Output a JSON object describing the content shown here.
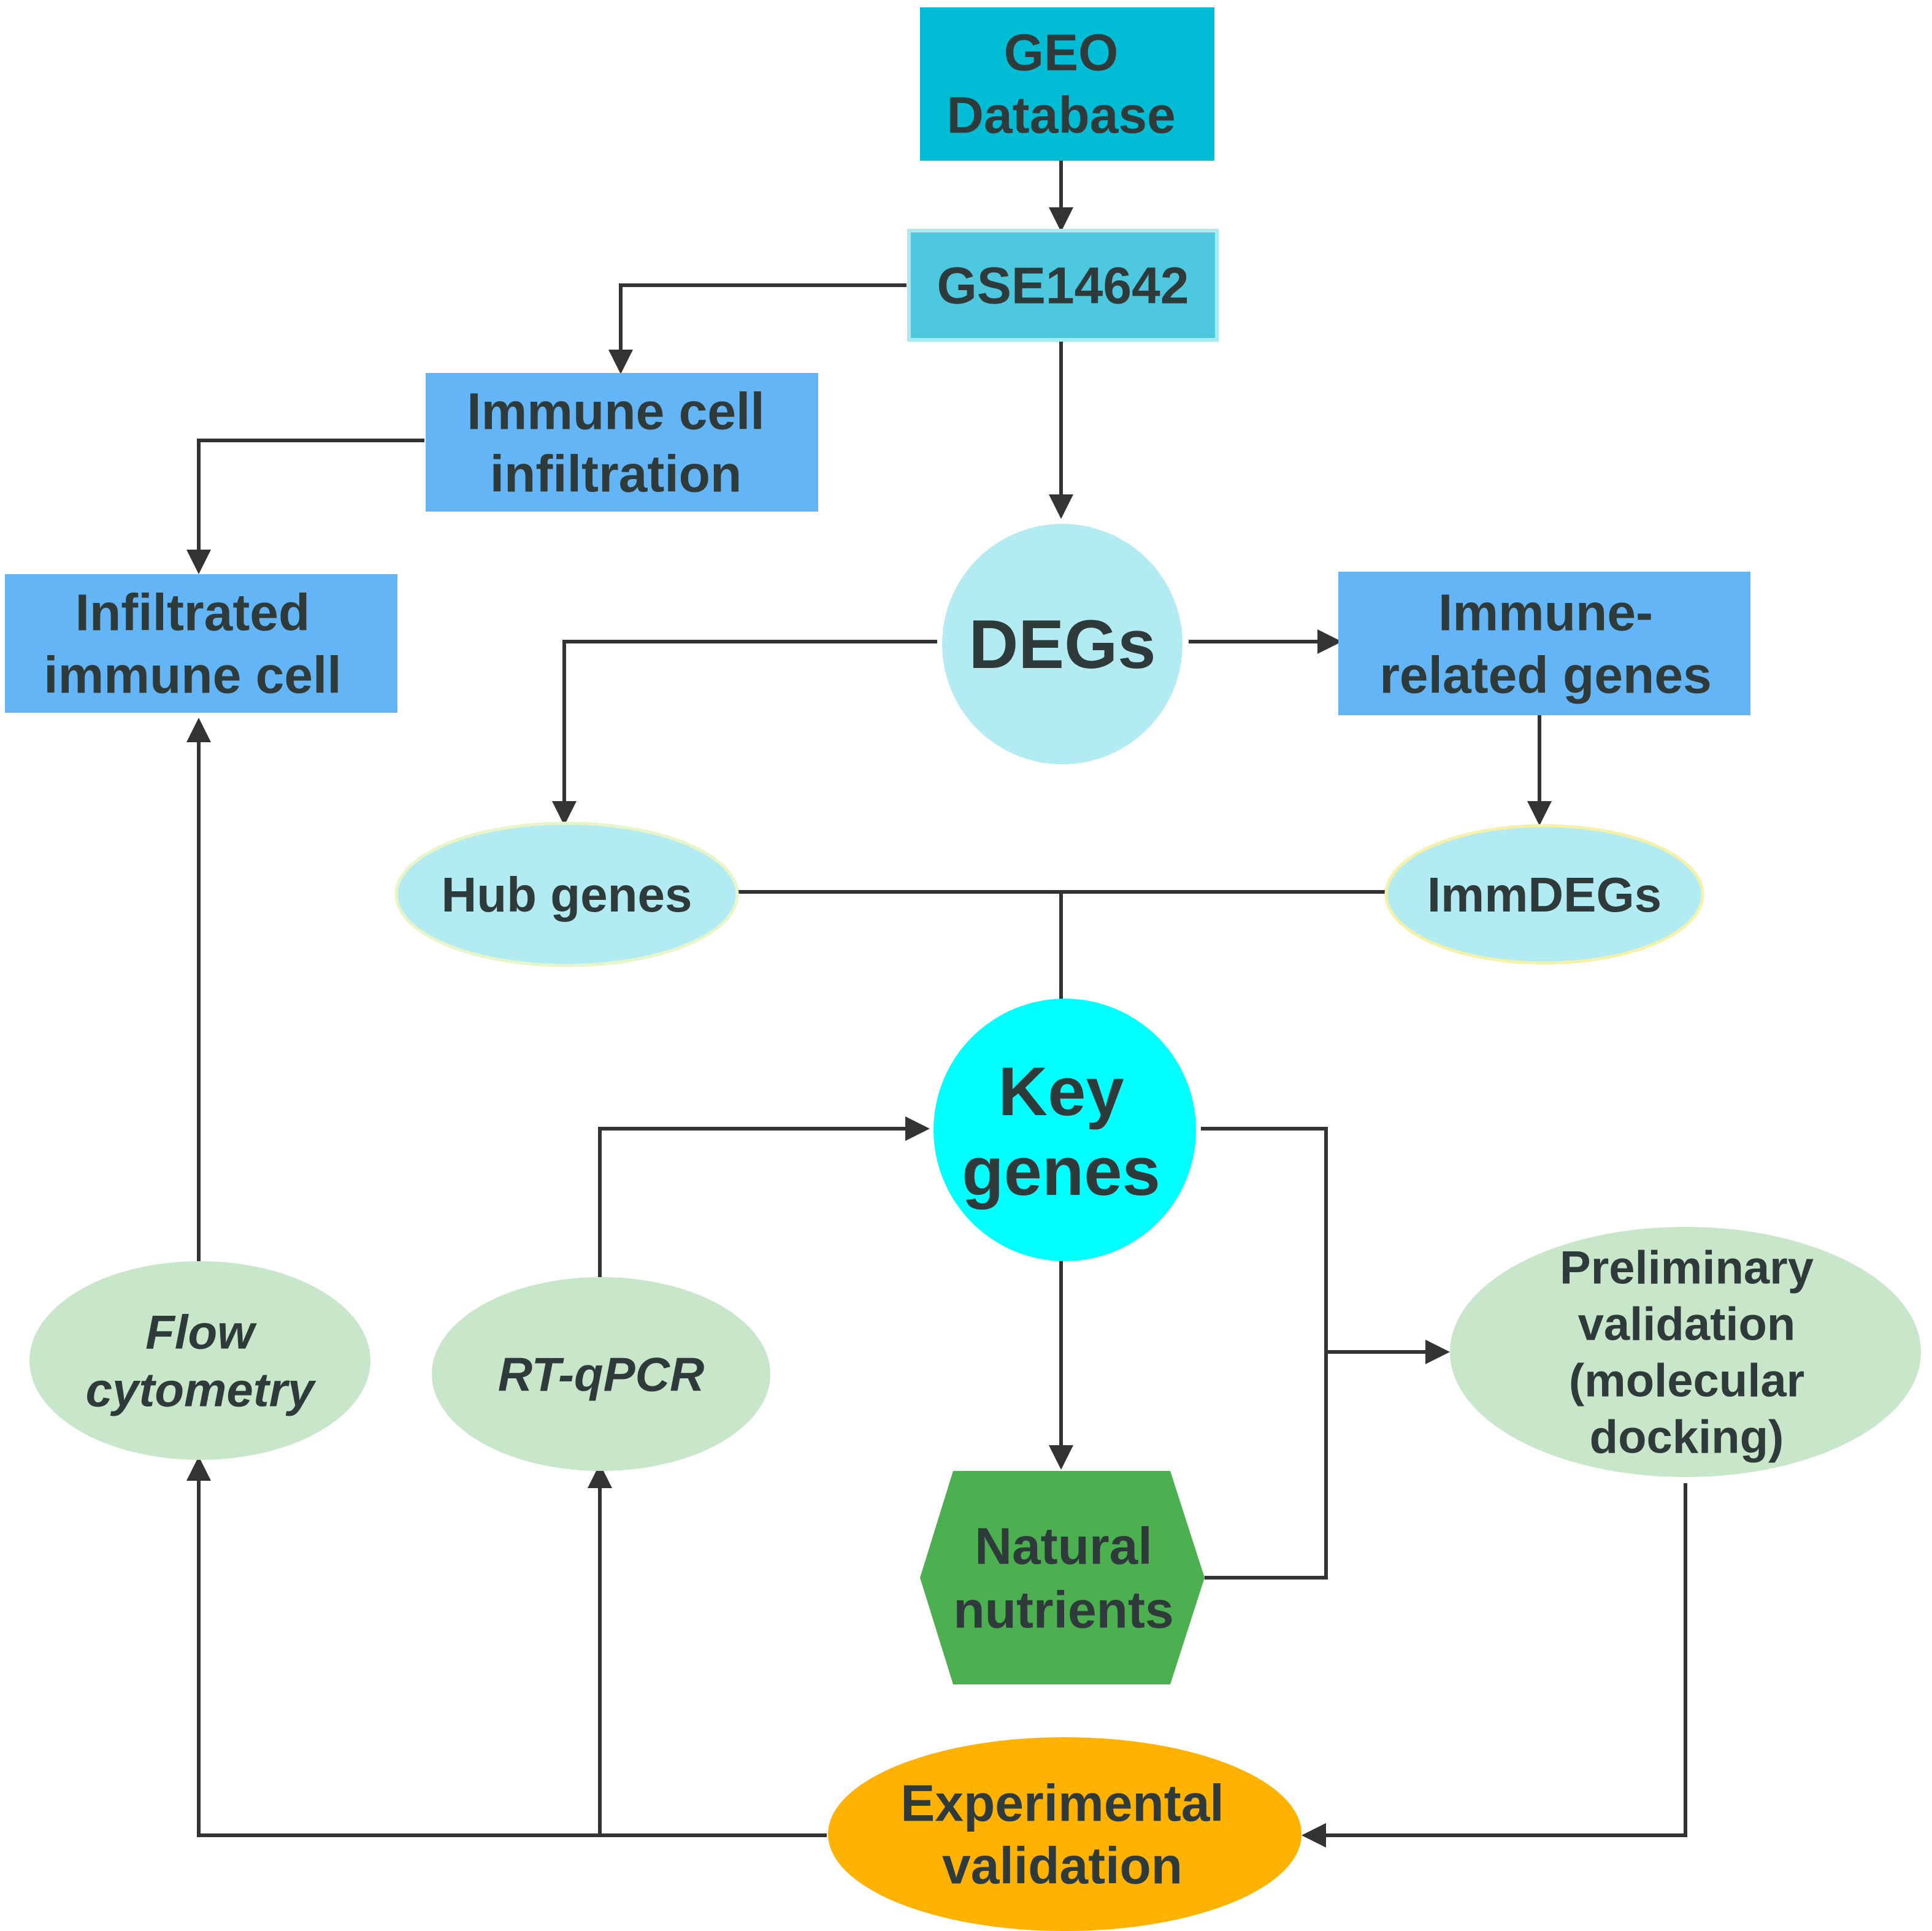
{
  "colors": {
    "geo_box": "#00BCD4",
    "gse_box": "#4DC8DE",
    "gse_border": "#A9E9F2",
    "blue_box": "#64B5F6",
    "light_cyan": "#B2EBF2",
    "key_genes": "#00FFFF",
    "green_light": "#C8E6C9",
    "natural_hex": "#4CAF50",
    "experimental": "#FFB300",
    "edge": "#333333",
    "text": "#2F3B3B"
  },
  "nodes": {
    "geo_database": {
      "lines": [
        "GEO",
        "Database"
      ],
      "shape": "rectangle"
    },
    "gse14642": {
      "lines": [
        "GSE14642"
      ],
      "shape": "rectangle"
    },
    "immune_cell_infiltration": {
      "lines": [
        "Immune cell",
        "infiltration"
      ],
      "shape": "rectangle"
    },
    "infiltrated_immune_cell": {
      "lines": [
        "Infiltrated",
        "immune cell"
      ],
      "shape": "rectangle"
    },
    "degs": {
      "lines": [
        "DEGs"
      ],
      "shape": "circle"
    },
    "immune_related_genes": {
      "lines": [
        "Immune-",
        "related genes"
      ],
      "shape": "rectangle"
    },
    "hub_genes": {
      "lines": [
        "Hub genes"
      ],
      "shape": "ellipse"
    },
    "immdegs": {
      "lines": [
        "ImmDEGs"
      ],
      "shape": "ellipse"
    },
    "key_genes": {
      "lines": [
        "Key",
        "genes"
      ],
      "shape": "circle"
    },
    "flow_cytometry": {
      "lines": [
        "Flow",
        "cytometry"
      ],
      "shape": "ellipse"
    },
    "rt_qpcr": {
      "lines": [
        "RT-qPCR"
      ],
      "shape": "ellipse"
    },
    "preliminary_validation": {
      "lines": [
        "Preliminary",
        "validation",
        "(molecular",
        "docking)"
      ],
      "shape": "ellipse"
    },
    "natural_nutrients": {
      "lines": [
        "Natural",
        "nutrients"
      ],
      "shape": "hexagon"
    },
    "experimental_validation": {
      "lines": [
        "Experimental",
        "validation"
      ],
      "shape": "ellipse"
    }
  }
}
